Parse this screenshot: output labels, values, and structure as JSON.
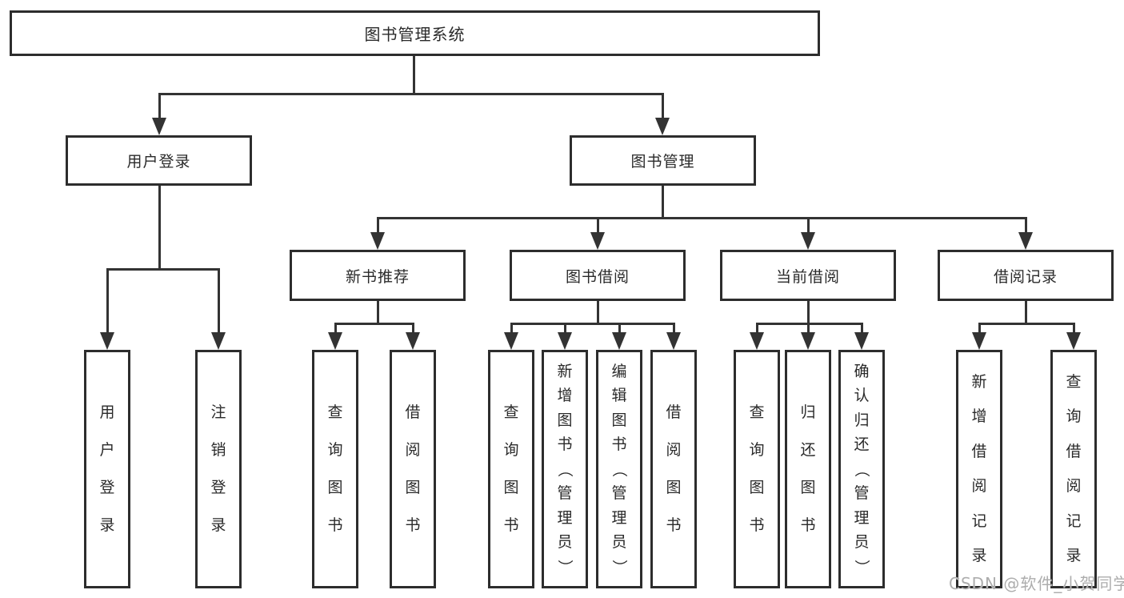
{
  "diagram_title": "图书管理系统",
  "tree": {
    "root": {
      "label": "图书管理系统"
    },
    "branches": [
      {
        "label": "用户登录",
        "children": [
          {
            "label": "用户登录"
          },
          {
            "label": "注销登录"
          }
        ]
      },
      {
        "label": "图书管理",
        "children": [
          {
            "label": "新书推荐",
            "children": [
              {
                "label": "查询图书"
              },
              {
                "label": "借阅图书"
              }
            ]
          },
          {
            "label": "图书借阅",
            "children": [
              {
                "label": "查询图书"
              },
              {
                "label": "新增图书（管理员）"
              },
              {
                "label": "编辑图书（管理员）"
              },
              {
                "label": "借阅图书"
              }
            ]
          },
          {
            "label": "当前借阅",
            "children": [
              {
                "label": "查询图书"
              },
              {
                "label": "归还图书"
              },
              {
                "label": "确认归还（管理员）"
              }
            ]
          },
          {
            "label": "借阅记录",
            "children": [
              {
                "label": "新增借阅记录"
              },
              {
                "label": "查询借阅记录"
              }
            ]
          }
        ]
      }
    ]
  },
  "watermark": {
    "text": "CSDN @软件_小贺同学"
  },
  "colors": {
    "line": "#333333",
    "box_border": "#2d2d2d",
    "text": "#2a2a2a",
    "background": "#ffffff",
    "watermark": "#adadad"
  }
}
